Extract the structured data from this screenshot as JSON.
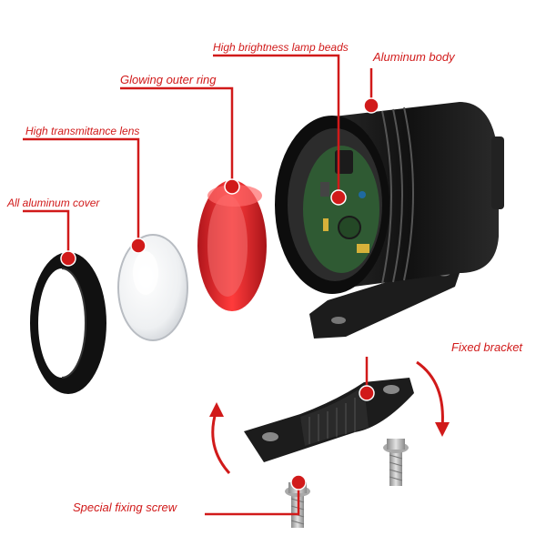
{
  "callouts": {
    "lamp_beads": "High brightness lamp beads",
    "aluminum_body": "Aluminum body",
    "outer_ring": "Glowing outer ring",
    "lens": "High transmittance lens",
    "cover": "All aluminum cover",
    "fixed_bracket": "Fixed bracket",
    "fixing_screw": "Special fixing screw"
  },
  "colors": {
    "callout_red": "#d11a1a",
    "ring_red": "#e0252b",
    "body_black": "#1a1a1a",
    "pcb_green": "#2f5a33"
  }
}
